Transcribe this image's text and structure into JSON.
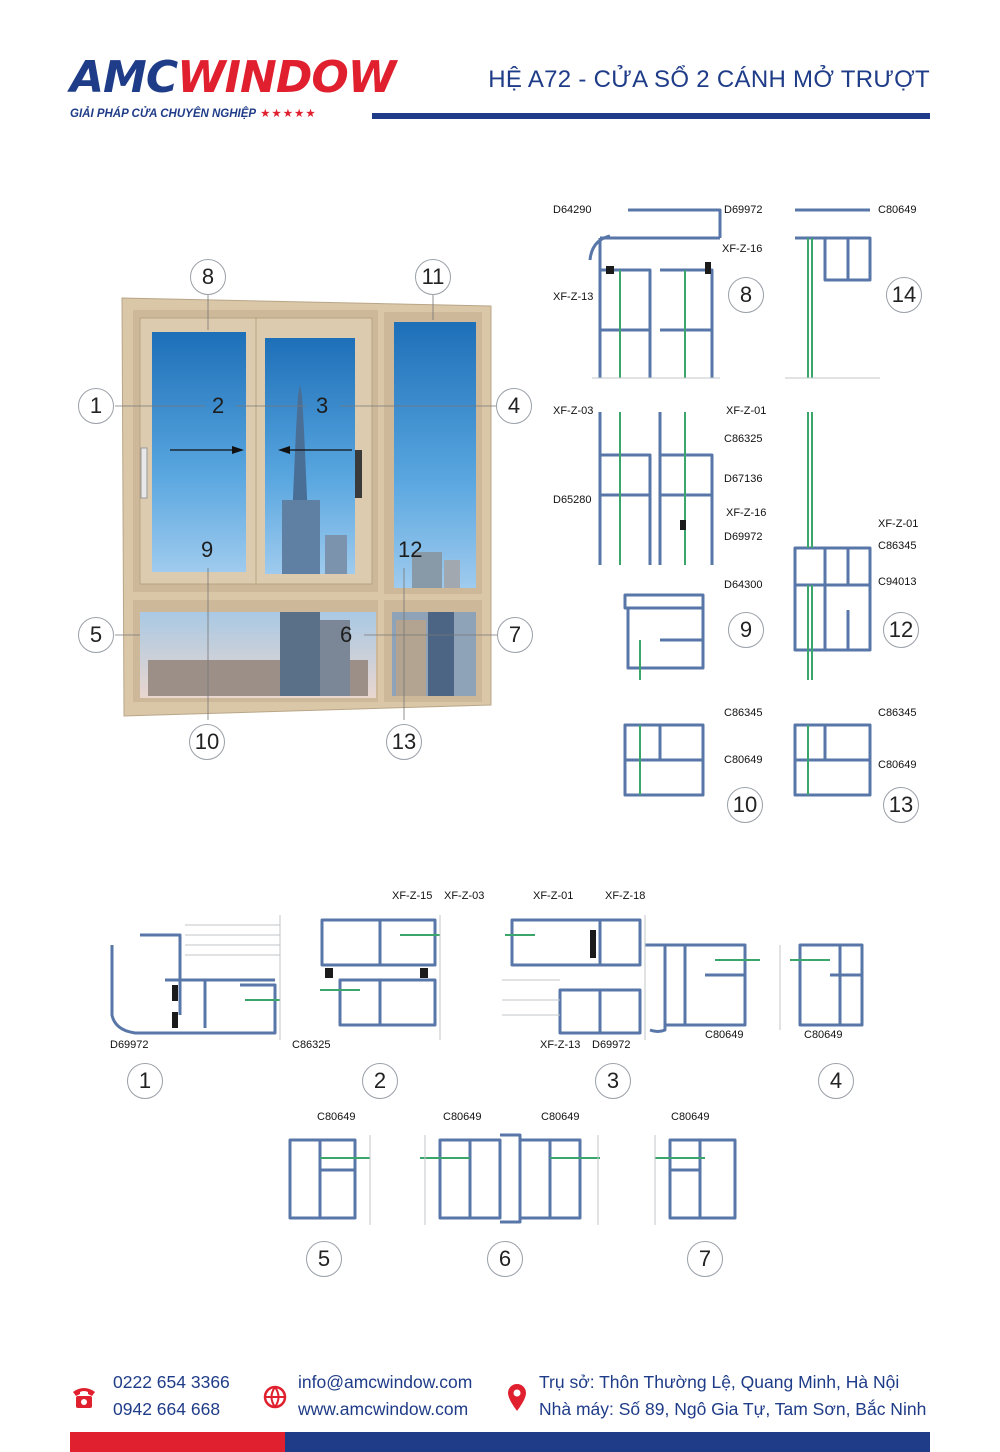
{
  "header": {
    "logo_amc": "AMC",
    "logo_window": "WINDOW",
    "logo_tagline": "GIẢI PHÁP CỬA CHUYÊN NGHIỆP",
    "logo_stars": "★★★★★",
    "title": "HỆ A72 - CỬA SỔ 2 CÁNH MỞ TRƯỢT"
  },
  "window_callouts": [
    "1",
    "2",
    "3",
    "4",
    "5",
    "6",
    "7",
    "8",
    "9",
    "10",
    "11",
    "12",
    "13"
  ],
  "sections": {
    "s8": {
      "num": "8",
      "codes": [
        "D64290",
        "D69972",
        "XF-Z-16",
        "XF-Z-13"
      ]
    },
    "s14": {
      "num": "14",
      "codes": [
        "C80649"
      ]
    },
    "s9": {
      "num": "9",
      "codes": [
        "XF-Z-03",
        "XF-Z-01",
        "C86325",
        "D67136",
        "D65280",
        "XF-Z-16",
        "D69972",
        "D64300"
      ]
    },
    "s12": {
      "num": "12",
      "codes": [
        "XF-Z-01",
        "C86345",
        "C94013"
      ]
    },
    "s10": {
      "num": "10",
      "codes": [
        "C86345",
        "C80649"
      ]
    },
    "s13": {
      "num": "13",
      "codes": [
        "C86345",
        "C80649"
      ]
    },
    "b1": {
      "num": "1",
      "codes": [
        "D69972"
      ]
    },
    "b2": {
      "num": "2",
      "codes": [
        "XF-Z-15",
        "XF-Z-03",
        "C86325"
      ]
    },
    "b3": {
      "num": "3",
      "codes": [
        "XF-Z-01",
        "XF-Z-18",
        "XF-Z-13",
        "D69972"
      ]
    },
    "b3b": {
      "codes": [
        "C80649"
      ]
    },
    "b4": {
      "num": "4",
      "codes": [
        "C80649"
      ]
    },
    "b5": {
      "num": "5",
      "codes": [
        "C80649"
      ]
    },
    "b6": {
      "num": "6",
      "codes": [
        "C80649",
        "C80649"
      ]
    },
    "b7": {
      "num": "7",
      "codes": [
        "C80649"
      ]
    }
  },
  "footer": {
    "phone1": "0222 654 3366",
    "phone2": "0942 664 668",
    "email": "info@amcwindow.com",
    "website": "www.amcwindow.com",
    "address1": "Trụ sở: Thôn Thường Lệ, Quang Minh, Hà Nội",
    "address2": "Nhà máy: Số 89, Ngô Gia Tự, Tam Sơn, Bắc Ninh"
  },
  "colors": {
    "brand_blue": "#1f3c88",
    "brand_red": "#e0202f",
    "profile_blue": "#5877a8",
    "gasket_green": "#3aa66b",
    "frame_beige": "#d9c7a8"
  }
}
